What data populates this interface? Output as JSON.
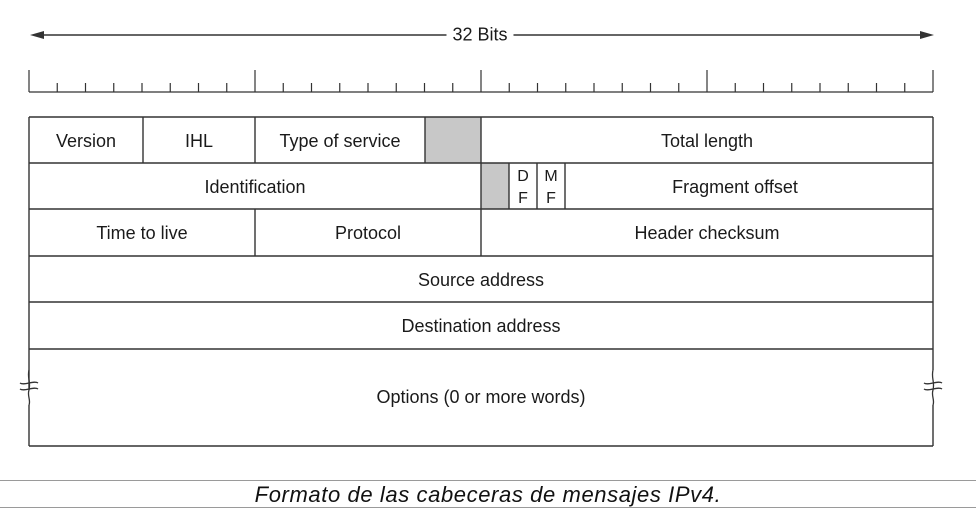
{
  "width_label": "32 Bits",
  "fields": {
    "version": "Version",
    "ihl": "IHL",
    "type_of_service": "Type of service",
    "total_length": "Total length",
    "identification": "Identification",
    "df_top": "D",
    "df_bottom": "F",
    "mf_top": "M",
    "mf_bottom": "F",
    "fragment_offset": "Fragment offset",
    "time_to_live": "Time to live",
    "protocol": "Protocol",
    "header_checksum": "Header checksum",
    "source_address": "Source address",
    "destination_address": "Destination address",
    "options": "Options (0 or more words)"
  },
  "caption": "Formato de las cabeceras de mensajes IPv4.",
  "colors": {
    "line": "#333333",
    "reserved_fill": "#c8c8c8"
  }
}
